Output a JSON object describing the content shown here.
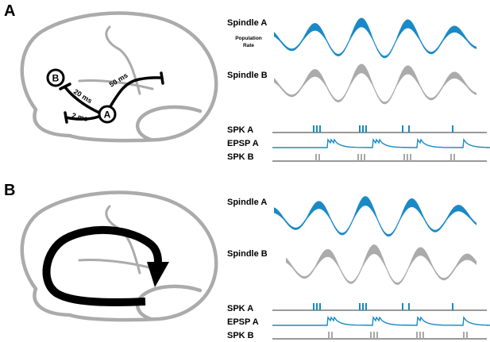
{
  "panels": [
    {
      "letter": "A",
      "nodes": {
        "a": "A",
        "b": "B"
      },
      "delays": [
        "50 ms",
        "20 ms",
        "2 ms"
      ],
      "traces": {
        "spindle_a": "Spindle A",
        "population_rate_line1": "Population",
        "population_rate_line2": "Rate",
        "spindle_b": "Spindle B",
        "spk_a": "SPK A",
        "epsp_a": "EPSP A",
        "spk_b": "SPK B"
      }
    },
    {
      "letter": "B",
      "traces": {
        "spindle_a": "Spindle A",
        "spindle_b": "Spindle B",
        "spk_a": "SPK A",
        "epsp_a": "EPSP A",
        "spk_b": "SPK B"
      }
    }
  ],
  "colors": {
    "spindle_a": "#1a8ac6",
    "spindle_b": "#ababab",
    "brain_outline": "#ababab",
    "connection": "#000000"
  }
}
